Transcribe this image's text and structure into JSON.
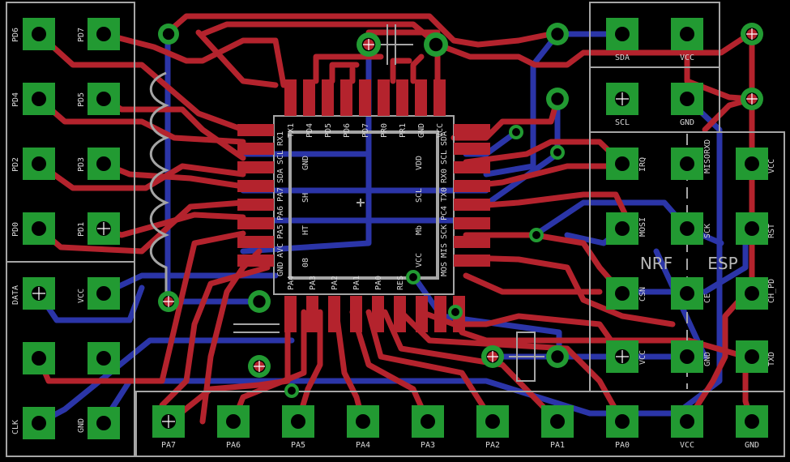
{
  "colors": {
    "background": "#000000",
    "top_copper": "#b4232d",
    "bottom_copper": "#2b35a8",
    "pad": "#229a32",
    "drill": "#ffffff",
    "silkscreen": "#a5a5a5"
  },
  "header_left": {
    "pins_left": [
      "PD6",
      "PD4",
      "PD2",
      "PD0"
    ],
    "pins_right": [
      "PD7",
      "PD5",
      "PD3",
      "PD1"
    ]
  },
  "header_lower_left": {
    "pins_left": [
      "DATA",
      "",
      "CLK"
    ],
    "pins_right": [
      "VCC",
      "",
      "GND"
    ]
  },
  "header_bottom": {
    "pins": [
      "PA7",
      "PA6",
      "PA5",
      "PA4",
      "PA3",
      "PA2",
      "PA1",
      "PA0",
      "VCC",
      "GND"
    ]
  },
  "i2c_header": {
    "pins": [
      "SDA",
      "VCC",
      "SCL",
      "GND"
    ]
  },
  "radio_header": {
    "nrf_pins": [
      "IRQ",
      "MOSI",
      "CSN",
      "VCC"
    ],
    "shared_pins": [
      "MISORXD",
      "SCK",
      "CE",
      "GND"
    ],
    "esp_pins": [
      "VCC",
      "RST",
      "CH_PD",
      "TXD"
    ],
    "nrf_label": "NRF",
    "esp_label": "ESP"
  },
  "chip": {
    "top_pins": [
      "TX1",
      "PD4",
      "PD5",
      "PD6",
      "PD7",
      "PR0",
      "PR1",
      "GND",
      "VCC"
    ],
    "left_pins": [
      "RX1",
      "SCL",
      "SDA",
      "PA7",
      "PA6",
      "PA5",
      "AVC",
      "GND"
    ],
    "right_pins": [
      "SDA",
      "SCL",
      "RX0",
      "TX0",
      "PC4",
      "SCK",
      "MIS",
      "MOS"
    ],
    "bottom_pins": [
      "PA4",
      "PA3",
      "PA2",
      "PA1",
      "PA0",
      "RES"
    ],
    "inner_labels": [
      "GND",
      "SH",
      "HT",
      "08",
      "VDD",
      "SCL",
      "Mb",
      "VCC"
    ]
  }
}
